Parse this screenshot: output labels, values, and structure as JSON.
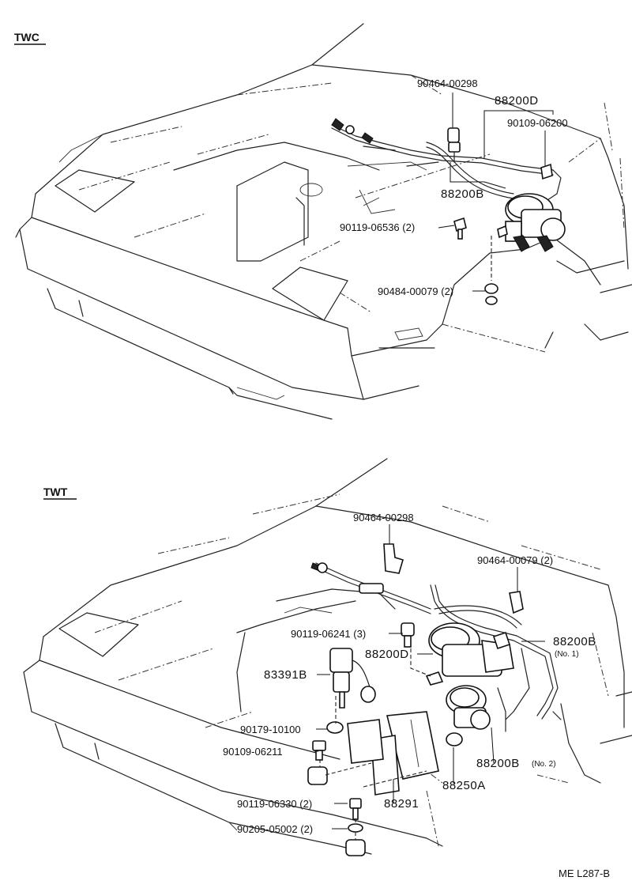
{
  "sections": {
    "top_title": "TWC",
    "bottom_title": "TWT"
  },
  "top_labels": {
    "p1": "90464-00298",
    "p2": "88200D",
    "p3": "90109-06200",
    "p4": "88200B",
    "p5": "90119-06536 (2)",
    "p6": "90484-00079 (2)"
  },
  "bottom_labels": {
    "p1": "90464-00298",
    "p2": "90464-00079 (2)",
    "p3": "90119-06241 (3)",
    "p4": "88200D",
    "p5": "88200B",
    "p5_note": "(No. 1)",
    "p6": "83391B",
    "p7": "90179-10100",
    "p8": "90109-06211",
    "p9": "88200B",
    "p9_note": "(No. 2)",
    "p10": "88250A",
    "p11": "90119-06330 (2)",
    "p12": "88291",
    "p13": "90205-05002 (2)"
  },
  "footer": {
    "code": "ME   L287-B"
  }
}
